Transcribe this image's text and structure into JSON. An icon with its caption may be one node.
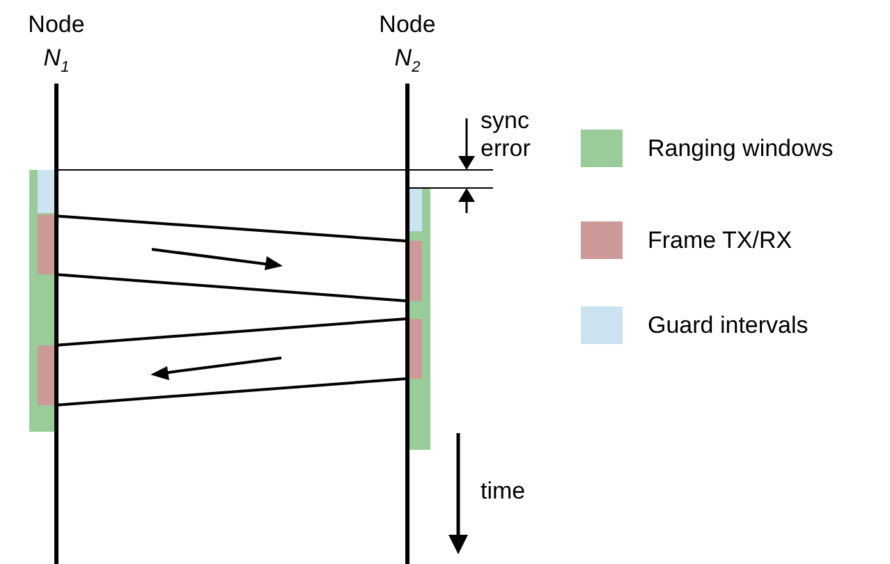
{
  "diagram": {
    "nodes": [
      {
        "text": [
          "Node *N*$_{1}$"
        ]
      },
      {
        "text": [
          "Node *N*$_{2}$"
        ]
      }
    ],
    "edges": [
      {
        "from": 0,
        "to": 1,
        "arrow": "none"
      },
      {
        "from": 0,
        "to": 1,
        "arrow": "none"
      },
      {
        "from": 1,
        "to": 0,
        "arrow": "none"
      },
      {
        "from": 1,
        "to": 0,
        "arrow": "none"
      }
    ],
    "labels": [
      "sync error",
      "time"
    ],
    "legend": [
      {
        "text": "Ranging windows",
        "color": "#99cc99"
      },
      {
        "text": "Frame TX/RX",
        "color": "#cc9999"
      },
      {
        "text": "Guard intervals",
        "color": "#cce4f2"
      }
    ]
  }
}
